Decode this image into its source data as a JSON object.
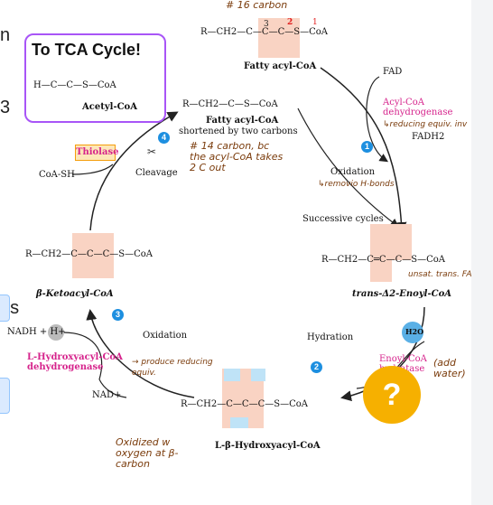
{
  "left_clip": {
    "top": "n",
    "mid1": "3",
    "mid2": "es",
    "mid3": ")"
  },
  "tca_box": {
    "title": "To TCA Cycle!",
    "label": "Acetyl-CoA",
    "formula": "H—C—C—S—CoA"
  },
  "top": {
    "note": "# 16 carbon",
    "label": "Fatty acyl-CoA",
    "formula": "R—CH2—C—C—C—S—CoA",
    "c3": "3",
    "c2": "2",
    "c1": "1"
  },
  "fad_enzyme": {
    "fad": "FAD",
    "enzyme": "Acyl-CoA dehydrogenase",
    "note": "↳reducing equiv. inv",
    "fadh2": "FADH2"
  },
  "step_oxidation": {
    "num": "1",
    "label": "Oxidation",
    "note": "↳removio H-bonds"
  },
  "shortened": {
    "formula": "R—CH2—C—S—CoA",
    "label": "Fatty acyl-CoA",
    "sub": "shortened by two carbons",
    "note": "# 14 carbon, bc the acyl-CoA takes 2 C out",
    "num": "4"
  },
  "thiolase": {
    "label": "Thiolase",
    "cleavage": "Cleavage",
    "coa_sh": "CoA-SH"
  },
  "successive": "Successive cycles",
  "enoyl": {
    "formula": "R—CH2—C═C—C—S—CoA",
    "label": "trans-Δ2-Enoyl-CoA",
    "note": "unsat. trans. FA"
  },
  "hydration": {
    "label": "Hydration",
    "num": "2",
    "water": "H2O",
    "enzyme": "Enoyl-CoA hydratase",
    "note": "(add water)"
  },
  "ketoacyl": {
    "formula": "R—CH2—C—C—C—S—CoA",
    "label": "β-Ketoacyl-CoA",
    "num": "3"
  },
  "oxidation3": {
    "nadh": "NADH + H+",
    "label": "Oxidation",
    "enzyme": "L-Hydroxyacyl-CoA dehydrogenase",
    "note": "→ produce reducing equiv.",
    "nad": "NAD+"
  },
  "hydroxy": {
    "formula": "R—CH2—C—C—C—S—CoA",
    "label": "L-β-Hydroxyacyl-CoA",
    "note": "Oxidized w oxygen at β-carbon"
  },
  "question": "?",
  "colors": {
    "purple": "#a855f7",
    "magenta": "#d6248c",
    "blue": "#1d8fe0",
    "amber": "#f6b000"
  }
}
